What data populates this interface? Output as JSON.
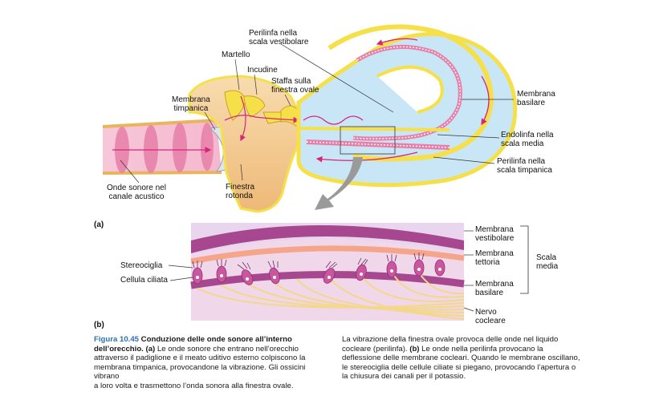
{
  "panel_a": {
    "tag": "(a)",
    "labels": {
      "perilinfa_vestibolare_1": "Perilinfa nella",
      "perilinfa_vestibolare_2": "scala vestibolare",
      "martello": "Martello",
      "incudine": "Incudine",
      "staffa_1": "Staffa sulla",
      "staffa_2": "finestra ovale",
      "membrana_timpanica_1": "Membrana",
      "membrana_timpanica_2": "timpanica",
      "membrana_basilare_1": "Membrana",
      "membrana_basilare_2": "basilare",
      "endolinfa_1": "Endolinfa nella",
      "endolinfa_2": "scala media",
      "perilinfa_timpanica_1": "Perilinfa nella",
      "perilinfa_timpanica_2": "scala timpanica",
      "onde_sonore_1": "Onde sonore nel",
      "onde_sonore_2": "canale acustico",
      "finestra_rotonda_1": "Finestra",
      "finestra_rotonda_2": "rotonda"
    }
  },
  "panel_b": {
    "tag": "(b)",
    "labels": {
      "membrana_vestibolare_1": "Membrana",
      "membrana_vestibolare_2": "vestibolare",
      "membrana_tettoria_1": "Membrana",
      "membrana_tettoria_2": "tettoria",
      "scala_media_1": "Scala",
      "scala_media_2": "media",
      "stereociglia": "Stereociglia",
      "cellula_ciliata": "Cellula ciliata",
      "membrana_basilare_1": "Membrana",
      "membrana_basilare_2": "basilare",
      "nervo_1": "Nervo",
      "nervo_2": "cocleare"
    }
  },
  "caption": {
    "figure_number": "Figura 10.45",
    "title_1": "Conduzione delle onde sonore all’interno",
    "title_2": "dell’orecchio.",
    "tag_a": "(a)",
    "left_1": " Le onde sonore che entrano nell’orecchio",
    "left_2": "attraverso il padiglione e il meato uditivo esterno colpiscono la",
    "left_3": "membrana timpanica, provocandone la vibrazione. Gli ossicini vibrano",
    "left_4": "a loro volta e trasmettono l’onda sonora alla finestra ovale.",
    "right_1": "La vibrazione della finestra ovale provoca delle onde nel liquido",
    "right_2a": "cocleare (perilinfa). ",
    "tag_b": "(b)",
    "right_2b": " Le onde nella perilinfa provocano la",
    "right_3": "deflessione delle membrane cocleari. Quando le membrane oscillano,",
    "right_4": "le stereociglia delle cellule ciliate si piegano, provocando l’apertura o",
    "right_5": "la chiusura dei canali per il potassio."
  },
  "colors": {
    "canal_pink": "#f2a7c4",
    "bone_tan": "#f3c98e",
    "membrane_yellow": "#f6e04a",
    "fluid_blue": "#c9e6f6",
    "arrow_magenta": "#d6247a",
    "membrane_purple": "#a6478f",
    "nerve_yellow": "#f3d889",
    "caption_blue": "#2f6fb3"
  }
}
